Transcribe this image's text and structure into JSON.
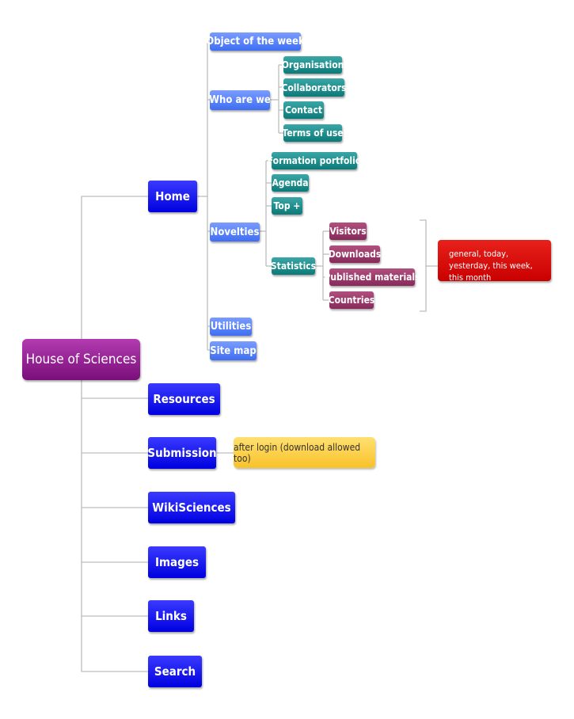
{
  "root": {
    "label": "House of Sciences"
  },
  "main_topics": {
    "home": "Home",
    "resources": "Resources",
    "submission": "Submission",
    "wikisciences": "WikiSciences",
    "images": "Images",
    "links": "Links",
    "search": "Search"
  },
  "home_children": {
    "object_of_week": "Object of the week",
    "who_are_we": "Who are we",
    "novelties": "Novelties",
    "utilities": "Utilities",
    "site_map": "Site map"
  },
  "who_are_we_children": [
    "Organisation",
    "Collaborators",
    "Contact",
    "Terms of use"
  ],
  "novelties_children": {
    "formation_portfolio": "Formation portfolio",
    "agenda": "Agenda",
    "top_plus": "Top +",
    "statistics": "Statistics"
  },
  "statistics_children": [
    "Visitors",
    "Downloads",
    "Published materials",
    "Countries"
  ],
  "notes": {
    "statistics_periods": "general, today, yesterday, this week, this month",
    "submission_note": "after login (download allowed too)"
  },
  "colors": {
    "root": "#8e1c8e",
    "main_topic": "#0000ee",
    "subtopic": "#4f7cf5",
    "teal_topic": "#117e7e",
    "plum_topic": "#962f62",
    "note_red": "#d40000",
    "note_yellow": "#f9c933",
    "connector": "#bbbbbb"
  }
}
